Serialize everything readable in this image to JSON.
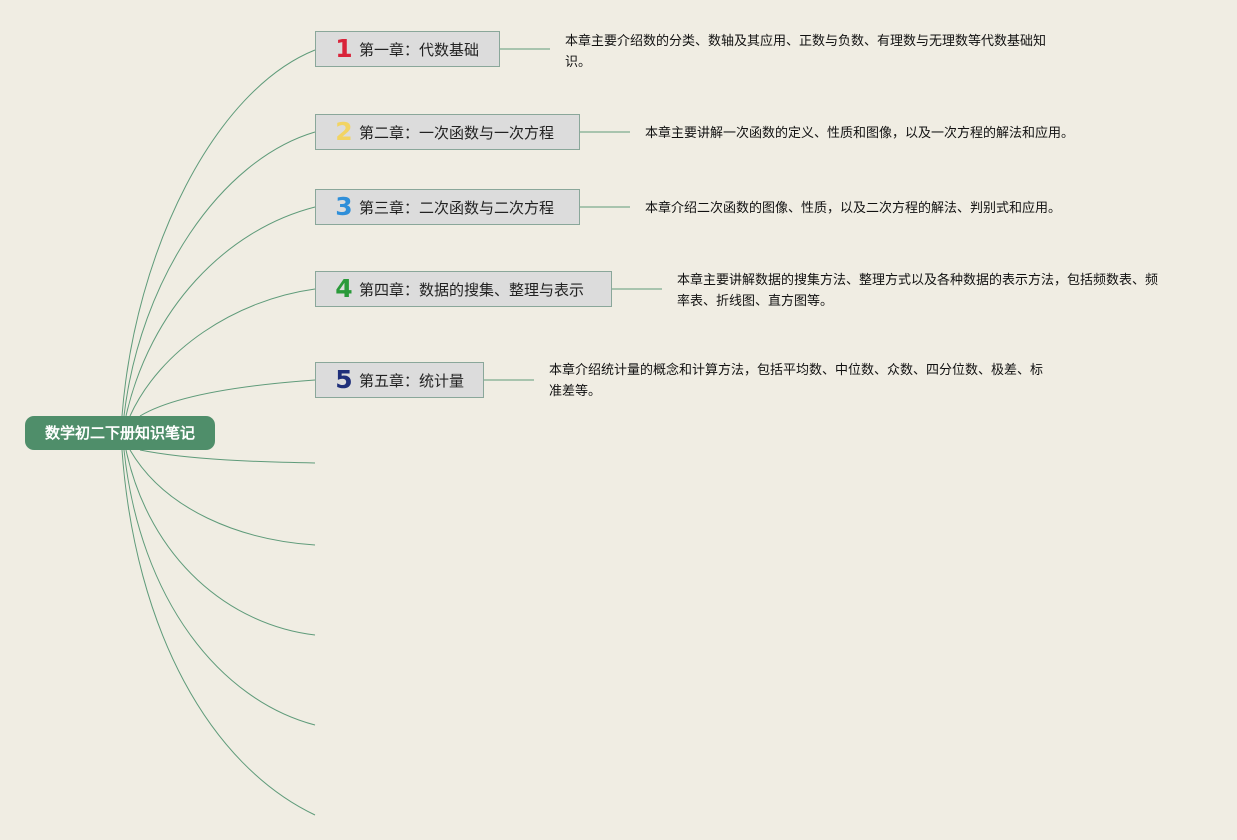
{
  "colors": {
    "background": "#f0ede3",
    "root_fill": "#4f8e6a",
    "edge": "#5f9b7a",
    "chapter_fill": "#dcdcdc"
  },
  "root": {
    "title": "数学初二下册知识笔记"
  },
  "chapters": [
    {
      "number": "1",
      "number_color": "#d9243a",
      "icon": "number-1-icon",
      "title": "第一章：代数基础",
      "description": "本章主要介绍数的分类、数轴及其应用、正数与负数、有理数与无理数等代数基础知识。"
    },
    {
      "number": "2",
      "number_color": "#f2d463",
      "icon": "number-2-icon",
      "title": "第二章：一次函数与一次方程",
      "description": "本章主要讲解一次函数的定义、性质和图像，以及一次方程的解法和应用。"
    },
    {
      "number": "3",
      "number_color": "#2f8fd9",
      "icon": "number-3-icon",
      "title": "第三章：二次函数与二次方程",
      "description": "本章介绍二次函数的图像、性质，以及二次方程的解法、判别式和应用。"
    },
    {
      "number": "4",
      "number_color": "#2a9a3a",
      "icon": "number-4-icon",
      "title": "第四章：数据的搜集、整理与表示",
      "description": "本章主要讲解数据的搜集方法、整理方式以及各种数据的表示方法，包括频数表、频率表、折线图、直方图等。"
    },
    {
      "number": "5",
      "number_color": "#1f2f7a",
      "icon": "number-5-icon",
      "title": "第五章：统计量",
      "description": "本章介绍统计量的概念和计算方法，包括平均数、中位数、众数、四分位数、极差、标准差等。"
    }
  ]
}
